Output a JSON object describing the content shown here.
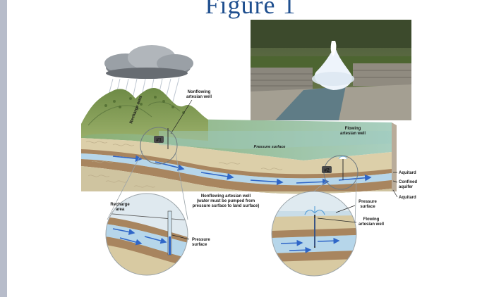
{
  "slide": {
    "title": "Figure 1"
  },
  "diagram": {
    "labels": {
      "recharge_area": "Recharge area",
      "nonflowing_well_1": "Nonflowing",
      "nonflowing_well_2": "artesian well",
      "flowing_well_1": "Flowing",
      "flowing_well_2": "artesian well",
      "pressure_surface": "Pressure surface",
      "marker_1": "#1",
      "marker_2": "#2",
      "aquitard_top": "Aquitard",
      "confined_aquifer_1": "Confined",
      "confined_aquifer_2": "aquifer",
      "aquitard_bottom": "Aquitard",
      "caption_1": "Nonflowing artesian well",
      "caption_2": "(water must be pumped from",
      "caption_3": "pressure surface to land surface)",
      "inset_recharge_1": "Recharge",
      "inset_recharge_2": "area",
      "inset_pressure_1": "Pressure",
      "inset_pressure_2": "surface",
      "inset2_pressure_1": "Pressure",
      "inset2_pressure_2": "surface",
      "inset2_flowing_1": "Flowing",
      "inset2_flowing_2": "artesian well"
    },
    "colors": {
      "sky_cloud": "#8a8f96",
      "hills": "#7f9a52",
      "plain": "#8fb59e",
      "soil": "#d8cba6",
      "aquitard": "#a8855f",
      "aquifer": "#b6d6ea",
      "water_arrow": "#2f66c8",
      "photo_grass": "#3f5a2a",
      "photo_stone": "#8b877d",
      "fountain": "#eef4fb"
    }
  }
}
